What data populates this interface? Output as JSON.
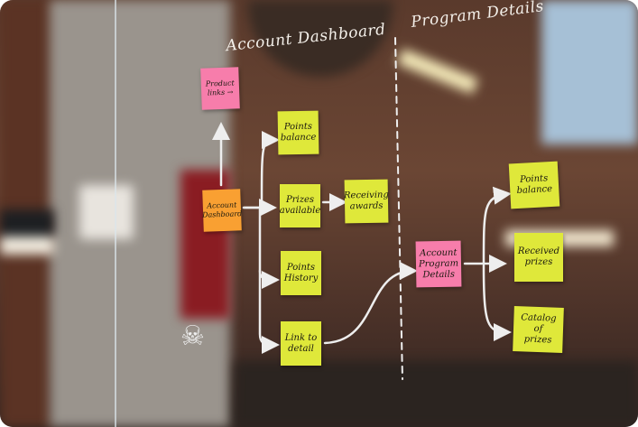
{
  "headings": {
    "left": "Account Dashboard",
    "right": "Program Details"
  },
  "notes": {
    "product_links": {
      "text": "Product\nlinks →",
      "color": "#f77dab"
    },
    "account_dashboard": {
      "text": "Account\nDashboard",
      "color": "#f9a032"
    },
    "points_balance": {
      "text": "Points\nbalance",
      "color": "#dfe83a"
    },
    "prizes_available": {
      "text": "Prizes\navailable",
      "color": "#dfe83a"
    },
    "receiving_awards": {
      "text": "Receiving\nawards",
      "color": "#dfe83a"
    },
    "points_history": {
      "text": "Points\nHistory",
      "color": "#dfe83a"
    },
    "link_to_detail": {
      "text": "Link to\ndetail",
      "color": "#dfe83a"
    },
    "account_program_details": {
      "text": "Account\nProgram\nDetails",
      "color": "#f77dab"
    },
    "points_balance_2": {
      "text": "Points\nbalance",
      "color": "#dfe83a"
    },
    "received_prizes": {
      "text": "Received\nprizes",
      "color": "#dfe83a"
    },
    "catalog_of_prizes": {
      "text": "Catalog\nof\nprizes",
      "color": "#dfe83a"
    }
  },
  "decorations": {
    "skull_icon": "☠"
  }
}
